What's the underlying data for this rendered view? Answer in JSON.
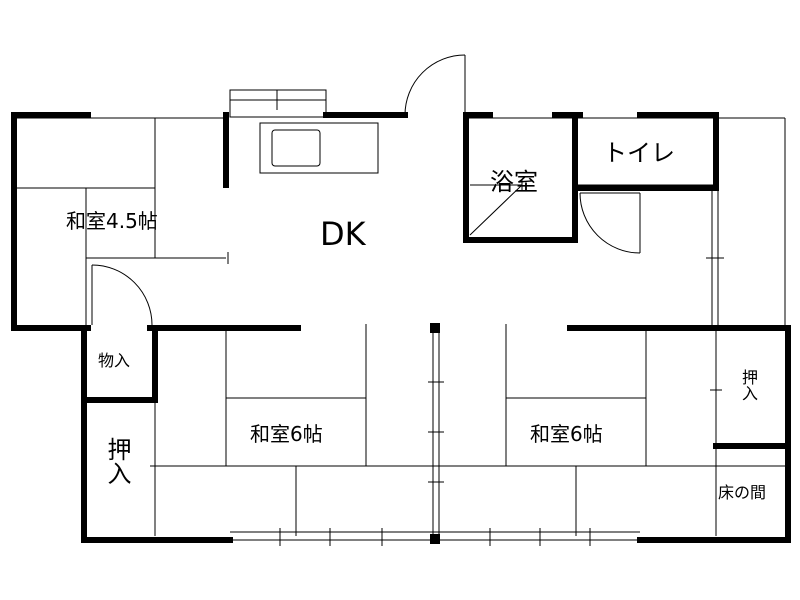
{
  "rooms": {
    "washitsu_45": "和室4.5帖",
    "dk": "DK",
    "bathroom": "浴室",
    "toilet": "トイレ",
    "storage": "物入",
    "closet_left": "押入",
    "washitsu_6_left": "和室6帖",
    "washitsu_6_right": "和室6帖",
    "closet_right": "押入",
    "tokonoma": "床の間"
  },
  "colors": {
    "wall": "#000000",
    "line": "#000000",
    "background": "#ffffff"
  }
}
